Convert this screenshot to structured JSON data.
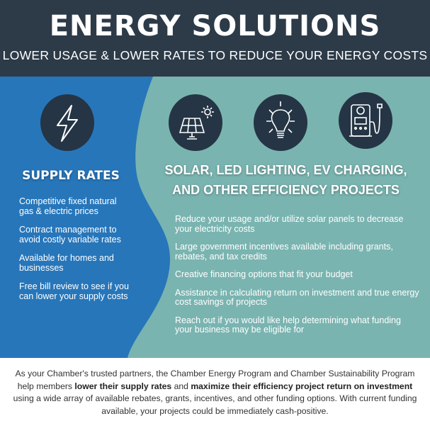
{
  "header": {
    "title": "ENERGY SOLUTIONS",
    "subtitle": "LOWER USAGE & LOWER RATES TO REDUCE YOUR ENERGY COSTS"
  },
  "colors": {
    "header_bg": "#2d3a48",
    "left_bg": "#2776ba",
    "right_bg": "#7ab4b0",
    "icon_bg": "#253545"
  },
  "supply": {
    "icon": "lightning-bolt-icon",
    "heading": "SUPPLY RATES",
    "items": [
      "Competitive fixed natural gas & electric prices",
      "Contract management to avoid costly variable rates",
      "Available for homes and businesses",
      "Free bill review to see if you can lower your supply costs"
    ]
  },
  "efficiency": {
    "icons": [
      "solar-panel-icon",
      "light-bulb-icon",
      "ev-charger-icon"
    ],
    "heading_line1": "SOLAR, LED LIGHTING, EV CHARGING,",
    "heading_line2": "AND OTHER EFFICIENCY PROJECTS",
    "items": [
      "Reduce your usage and/or utilize solar panels to decrease your electricity costs",
      "Large government incentives available including grants, rebates, and tax credits",
      "Creative financing options that fit your budget",
      "Assistance in calculating return on investment and true energy cost savings of projects",
      "Reach out if you would like help determining what funding your business may be eligible for"
    ]
  },
  "footer": {
    "part1": "As your Chamber's trusted partners, the Chamber Energy Program and Chamber Sustainability Program help members ",
    "bold1": "lower their supply rates",
    "part2": " and ",
    "bold2": "maximize their efficiency project return on investment",
    "part3": " using a wide array of available rebates, grants, incentives, and other funding options. With current funding available, your projects could be immediately cash-positive."
  }
}
